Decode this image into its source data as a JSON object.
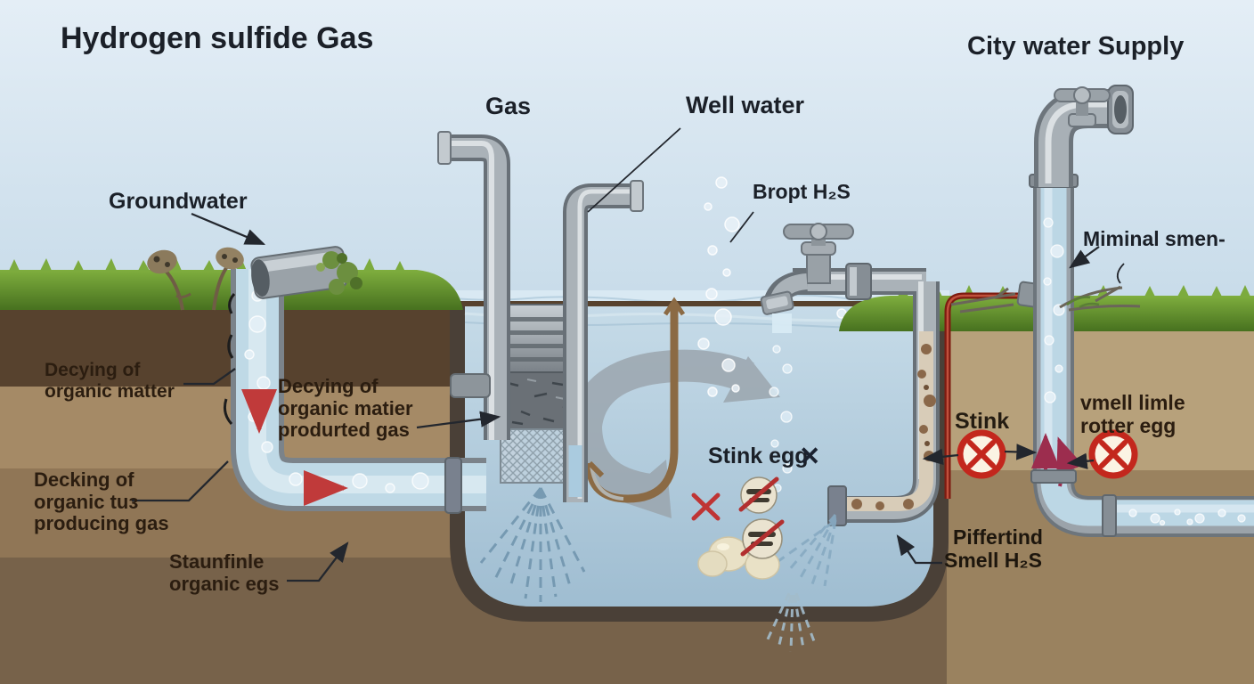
{
  "titles": {
    "main": "Hydrogen sulfide Gas",
    "right": "City water Supply"
  },
  "labels": {
    "gas": "Gas",
    "well_water": "Well water",
    "groundwater": "Groundwater",
    "bropt_h2s": "Bropt H₂S",
    "miminal_smen": "Miminal smen-",
    "decaying_matter": [
      "Decying of",
      "organic matter"
    ],
    "decaying_matter_gas": [
      "Decying of",
      "organic matier",
      "produrted gas"
    ],
    "decking_producing_gas": [
      "Decking of",
      "organic tuз",
      "producing gas"
    ],
    "staunfinle": [
      "Staunfinle",
      "organic egs"
    ],
    "stink_egg": "Stink egg",
    "stink_egg_x": "✕",
    "stink": "Stink",
    "vmell_rotter_egg": [
      "vmell limle",
      "rotter egg"
    ],
    "piffertind_smell": [
      "Piffertind",
      "Smell H₂S"
    ]
  },
  "icons": {
    "prohibition": "red crossed circle (no smell)",
    "x_mark": "red X",
    "faucet": "gray tap with cross handle",
    "pump": "submersible well pump with screen",
    "rotten_egg": "egg with dark stripes crossed out",
    "swirl": "gray circulation arrow",
    "bubbles": "hydrogen sulfide gas bubbles"
  },
  "colors": {
    "sky": "#d8e5ef",
    "grass": "#5f8f2e",
    "soil": "#8a7054",
    "tank_water": "#b9d2e0",
    "pipe_gray": "#9aa2a9",
    "prohibition_red": "#c3271d",
    "arrow_red": "#c03a3a",
    "label_dark": "#1b2028",
    "label_brown": "#2b1d10"
  }
}
